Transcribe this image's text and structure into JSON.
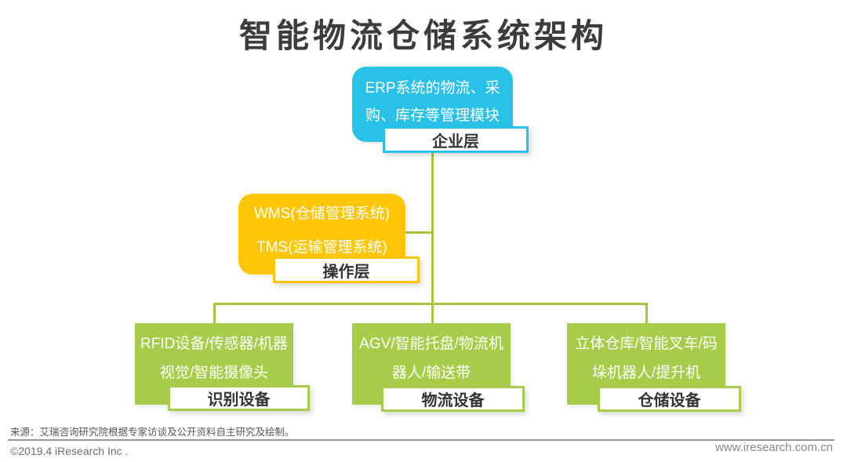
{
  "title": "智能物流仓储系统架构",
  "colors": {
    "enterprise_blue": "#29c1e8",
    "operation_yellow": "#ffc608",
    "device_green": "#a6cc49",
    "connector_line_green": "#a8c43f",
    "label_text": "#333333",
    "title_text": "#3c3c3c"
  },
  "diagram": {
    "enterprise": {
      "lines": [
        "ERP系统的物流、采",
        "购、库存等管理模块"
      ],
      "label": "企业层"
    },
    "operation": {
      "lines": [
        "WMS(仓储管理系统)",
        "TMS(运输管理系统)"
      ],
      "label": "操作层"
    },
    "devices": [
      {
        "lines": [
          "RFID设备/传感器/机器",
          "视觉/智能摄像头"
        ],
        "label": "识别设备"
      },
      {
        "lines": [
          "AGV/智能托盘/物流机",
          "器人/输送带"
        ],
        "label": "物流设备"
      },
      {
        "lines": [
          "立体仓库/智能叉车/码",
          "垛机器人/提升机"
        ],
        "label": "仓储设备"
      }
    ]
  },
  "footer": {
    "source": "来源：艾瑞咨询研究院根据专家访谈及公开资料自主研究及绘制。",
    "copyright": "©2019.4 iResearch Inc .",
    "website": "www.iresearch.com.cn"
  }
}
